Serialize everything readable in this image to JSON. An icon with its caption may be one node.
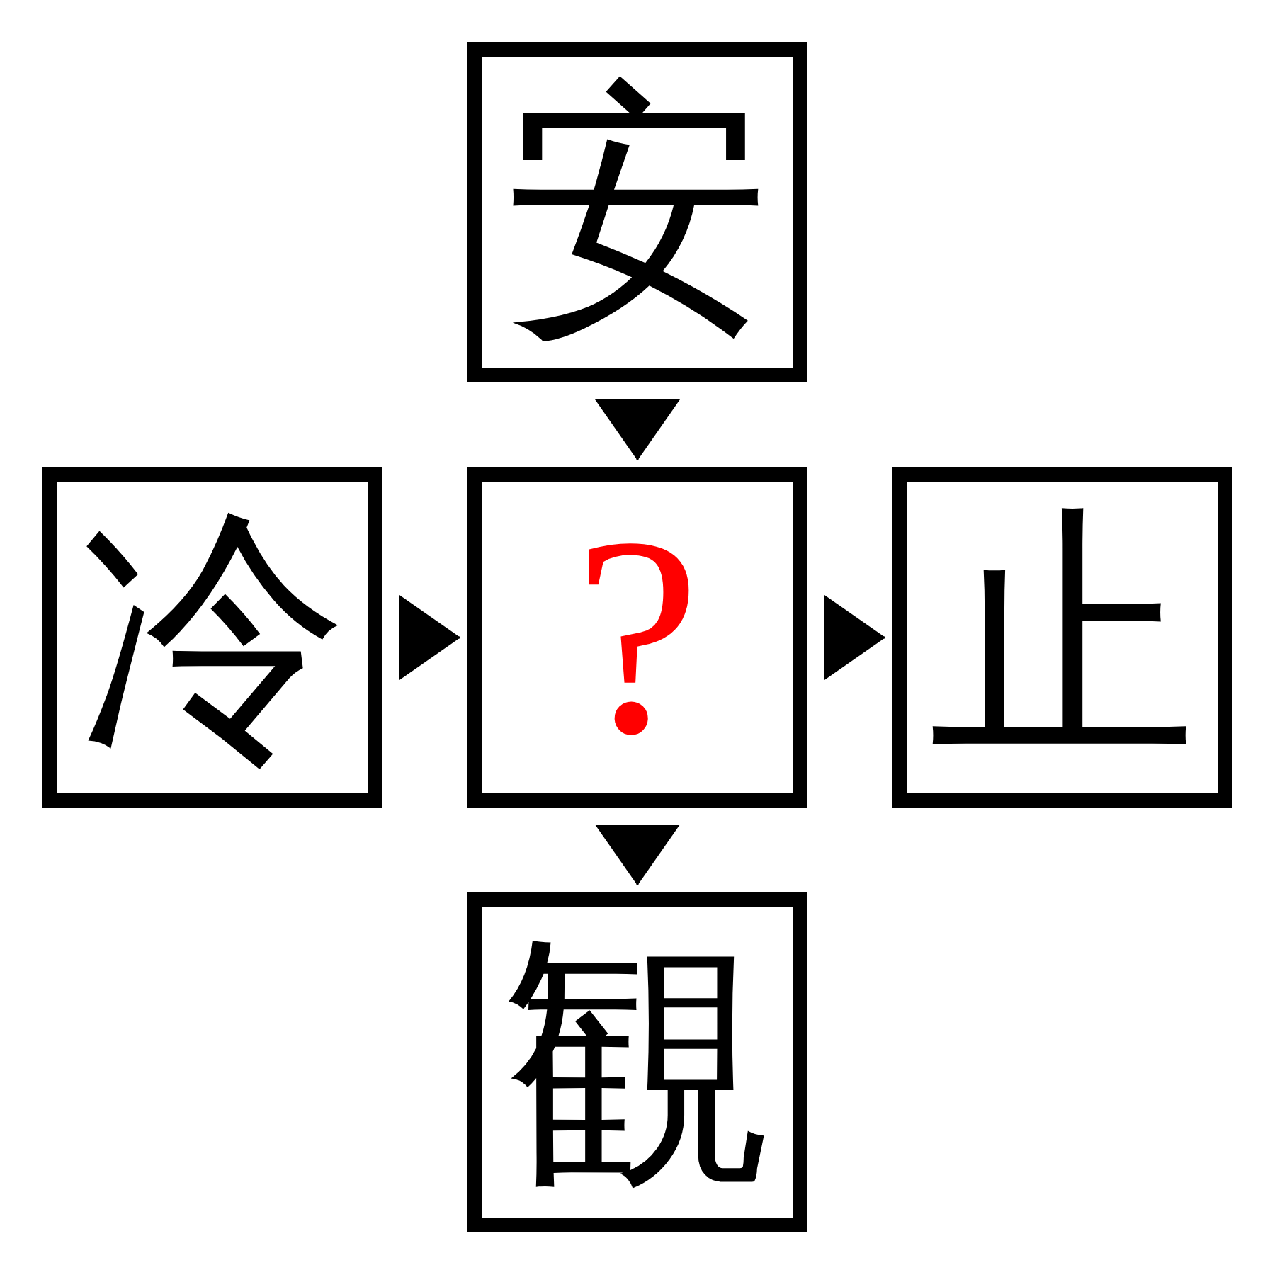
{
  "diagram": {
    "nodes": [
      {
        "text": [
          "安"
        ]
      },
      {
        "text": [
          "冷"
        ]
      },
      {
        "text": [
          "?"
        ]
      },
      {
        "text": [
          "止"
        ]
      },
      {
        "text": [
          "観"
        ]
      }
    ],
    "edges": [
      {
        "from": 0,
        "to": 2,
        "arrow": "to"
      },
      {
        "from": 1,
        "to": 2,
        "arrow": "to"
      },
      {
        "from": 2,
        "to": 3,
        "arrow": "to"
      },
      {
        "from": 2,
        "to": 4,
        "arrow": "to"
      }
    ]
  }
}
